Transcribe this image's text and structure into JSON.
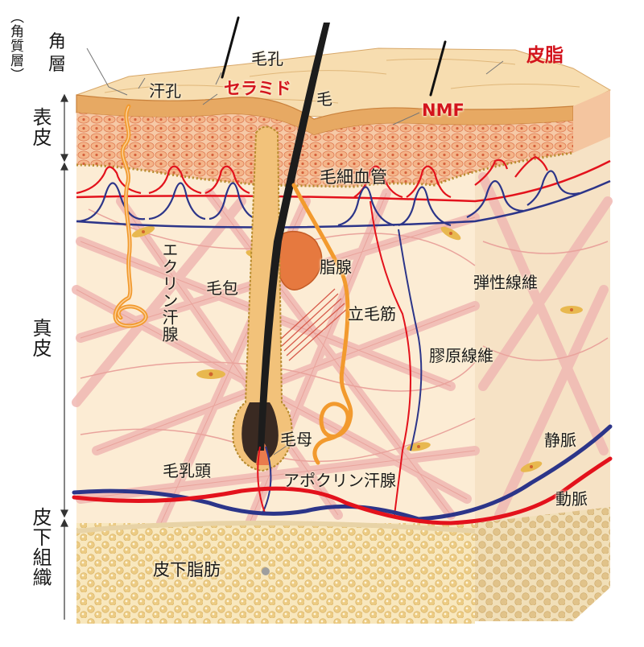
{
  "layers": {
    "stratum_corneum_line1": "角",
    "stratum_corneum_line2": "層",
    "stratum_corneum_paren": "（角質層）",
    "epidermis": "表皮",
    "dermis": "真皮",
    "subcutis": "皮下組織"
  },
  "labels": {
    "pore": "毛孔",
    "sebum": "皮脂",
    "sweat_pore": "汗孔",
    "ceramide": "セラミド",
    "hair": "毛",
    "nmf": "NMF",
    "capillary": "毛細血管",
    "sebaceous_gland": "脂腺",
    "eccrine_gland": "エクリン汗腺",
    "follicle": "毛包",
    "arrector_pili": "立毛筋",
    "elastic_fiber": "弾性線維",
    "collagen_fiber": "膠原線維",
    "hair_matrix": "毛母",
    "vein": "静脈",
    "dermal_papilla": "毛乳頭",
    "apocrine_gland": "アポクリン汗腺",
    "artery": "動脈",
    "subcutaneous_fat": "皮下脂肪"
  },
  "colors": {
    "label_accent": "#d3141d",
    "artery": "#e3121c",
    "vein": "#2c3589",
    "gland": "#f29a2e",
    "collagen": "#f0b8b3",
    "dermis_bg": "#fcecd4",
    "fat": "#f3d89c"
  }
}
